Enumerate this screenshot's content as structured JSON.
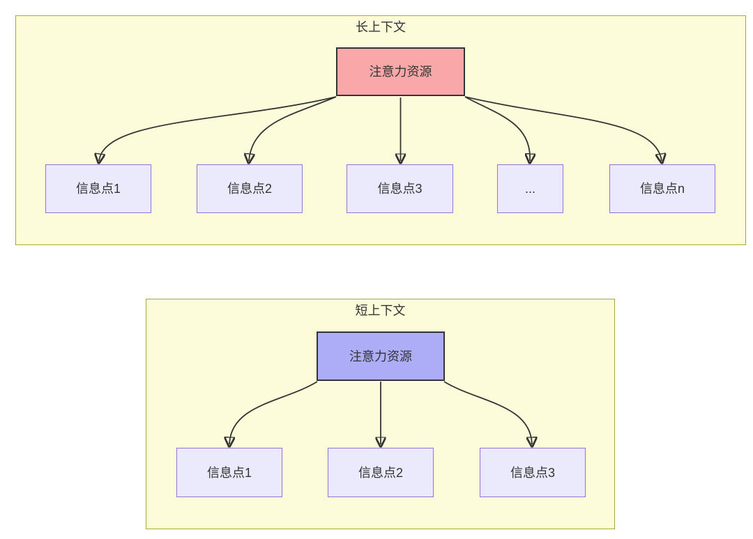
{
  "colors": {
    "group_fill": "#fcfcda",
    "group_border": "#aaaa33",
    "attention_long_fill": "#f9a8aa",
    "attention_short_fill": "#adadf7",
    "attention_border": "#333333",
    "info_fill": "#eaeafc",
    "info_border": "#9370db",
    "edge_color": "#333333",
    "text_color": "#333333"
  },
  "diagrams": {
    "long_context": {
      "title": "长上下文",
      "attention_node": "注意力资源",
      "info_nodes": [
        "信息点1",
        "信息点2",
        "信息点3",
        "...",
        "信息点n"
      ]
    },
    "short_context": {
      "title": "短上下文",
      "attention_node": "注意力资源",
      "info_nodes": [
        "信息点1",
        "信息点2",
        "信息点3"
      ]
    }
  }
}
